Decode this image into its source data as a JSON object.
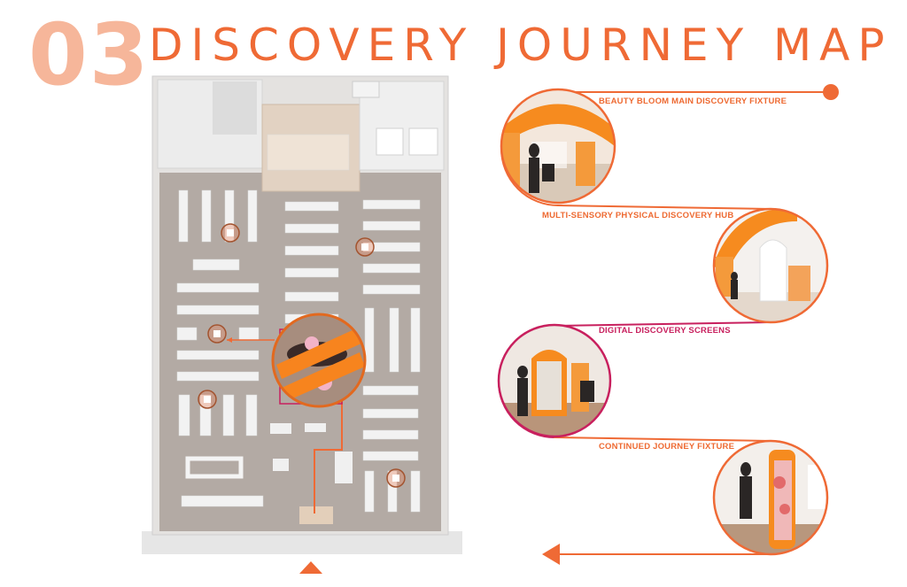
{
  "header": {
    "number": "03",
    "title": "DISCOVERY JOURNEY MAP"
  },
  "journey": {
    "stops": [
      {
        "label": "BEAUTY BLOOM MAIN DISCOVERY FIXTURE"
      },
      {
        "label": "MULTI-SENSORY PHYSICAL DISCOVERY HUB"
      },
      {
        "label": "DIGITAL DISCOVERY SCREENS"
      },
      {
        "label": "CONTINUED JOURNEY FIXTURE"
      }
    ]
  },
  "colors": {
    "accent": "#ef6a35",
    "accent_light": "#f6b69a",
    "pink": "#c8205e",
    "floor": "#b3aaa4"
  }
}
